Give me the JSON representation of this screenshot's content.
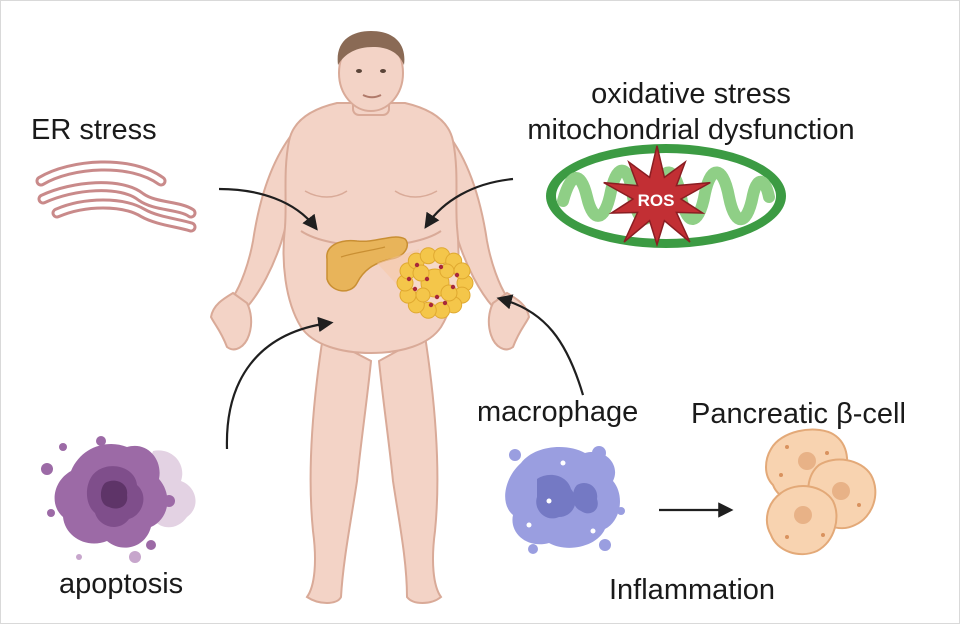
{
  "labels": {
    "er_stress": "ER stress",
    "oxidative_stress": "oxidative stress",
    "mito_dysfunction": "mitochondrial dysfunction",
    "ros": "ROS",
    "macrophage": "macrophage",
    "beta_cell": "Pancreatic β-cell",
    "apoptosis": "apoptosis",
    "inflammation": "Inflammation"
  },
  "colors": {
    "skin": "#f3d3c6",
    "skin_outline": "#d9aa98",
    "hair": "#8a6a55",
    "er_membrane": "#c98a8a",
    "mito_outer": "#3c9b43",
    "mito_inner": "#8fcf86",
    "ros_star": "#c22f34",
    "pancreas": "#e8b45a",
    "adipocyte": "#f4c64a",
    "macrophage": "#9a9ee0",
    "apoptotic_cell": "#9c6aa6",
    "beta_cell": "#f8d3b0",
    "arrow": "#1f1f1f"
  }
}
